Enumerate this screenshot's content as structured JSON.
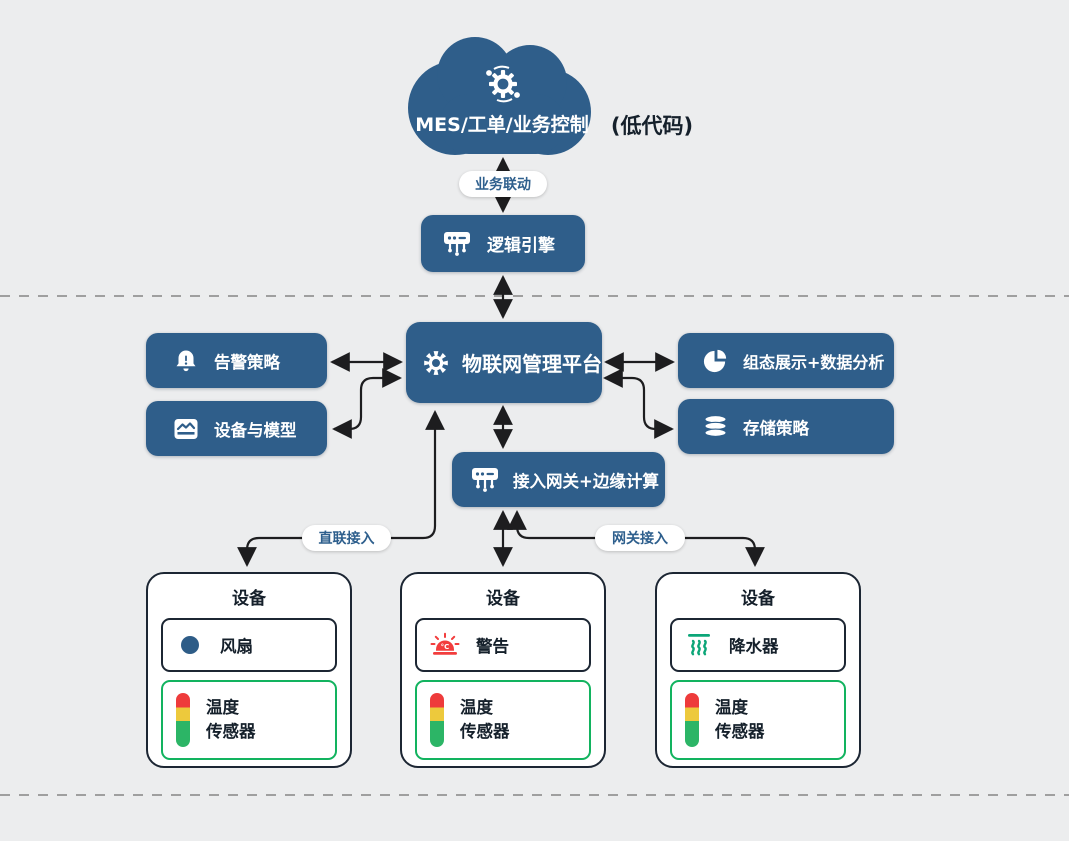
{
  "colors": {
    "background": "#ecedee",
    "node_blue": "#2f5e8a",
    "arrow": "#1d1d1f",
    "pill_text": "#2e5f8d",
    "dark_text": "#15202b",
    "device_border": "#1c2633",
    "sensor_border_green": "#12b35f",
    "alarm_red": "#f23d3d",
    "sprinkler_green": "#0ca678",
    "fan_blue": "#2e5c87",
    "sensor_red": "#ee3b3b",
    "sensor_yellow": "#edc93c",
    "sensor_green": "#2cb566"
  },
  "cloud": {
    "title": "MES/工单/业务控制",
    "note": "(低代码)"
  },
  "pills": {
    "business": "业务联动",
    "direct": "直联接入",
    "gateway": "网关接入"
  },
  "nodes": {
    "logic_engine": {
      "label": "逻辑引擎"
    },
    "platform": {
      "label": "物联网管理平台"
    },
    "alarm_policy": {
      "label": "告警策略"
    },
    "device_model": {
      "label": "设备与模型"
    },
    "viz_analysis": {
      "label": "组态展示+数据分析"
    },
    "storage_policy": {
      "label": "存储策略"
    },
    "gateway": {
      "label": "接入网关+边缘计算"
    }
  },
  "devices": [
    {
      "title": "设备",
      "component": "风扇",
      "sensor_line1": "温度",
      "sensor_line2": "传感器"
    },
    {
      "title": "设备",
      "component": "警告",
      "sensor_line1": "温度",
      "sensor_line2": "传感器"
    },
    {
      "title": "设备",
      "component": "降水器",
      "sensor_line1": "温度",
      "sensor_line2": "传感器"
    }
  ],
  "icons": {
    "alarm_degree": "°C"
  }
}
